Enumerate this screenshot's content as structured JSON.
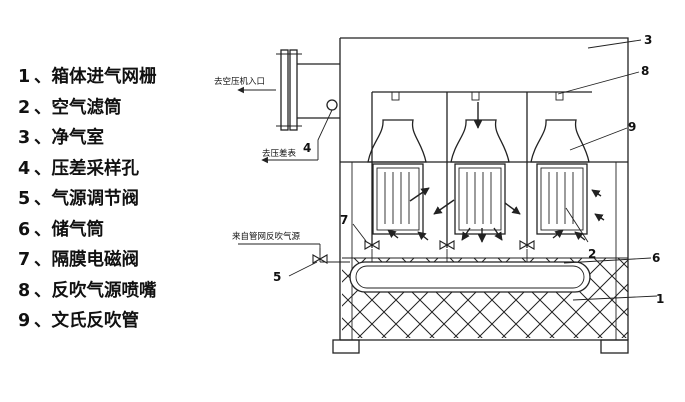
{
  "legend": [
    {
      "num": "1",
      "sep": "、",
      "text": "箱体进气网栅"
    },
    {
      "num": "2",
      "sep": "、",
      "text": "空气滤筒"
    },
    {
      "num": "3",
      "sep": "、",
      "text": "净气室"
    },
    {
      "num": "4",
      "sep": "、",
      "text": "压差采样孔"
    },
    {
      "num": "5",
      "sep": "、",
      "text": "气源调节阀"
    },
    {
      "num": "6",
      "sep": "、",
      "text": "储气筒"
    },
    {
      "num": "7",
      "sep": "、",
      "text": "隔膜电磁阀"
    },
    {
      "num": "8",
      "sep": "、",
      "text": "反吹气源喷嘴"
    },
    {
      "num": "9",
      "sep": "、",
      "text": "文氏反吹管"
    }
  ],
  "annotations": {
    "outlet": "去空压机入口",
    "gauge": "去压差表",
    "air_source": "来自管网反吹气源"
  },
  "callouts": [
    "1",
    "2",
    "3",
    "4",
    "5",
    "6",
    "7",
    "8",
    "9"
  ],
  "colors": {
    "ink": "#222222",
    "text": "#111111",
    "background": "#ffffff"
  }
}
